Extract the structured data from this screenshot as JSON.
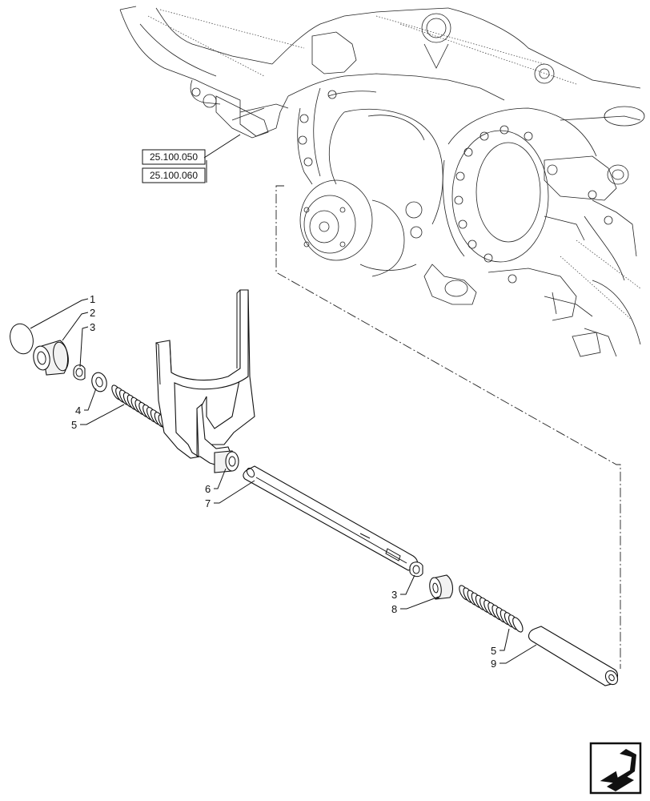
{
  "references": [
    {
      "code": "25.100.050"
    },
    {
      "code": "25.100.060"
    }
  ],
  "callouts": [
    {
      "number": "1"
    },
    {
      "number": "2"
    },
    {
      "number": "3"
    },
    {
      "number": "4"
    },
    {
      "number": "5"
    },
    {
      "number": "6"
    },
    {
      "number": "7"
    },
    {
      "number": "3"
    },
    {
      "number": "8"
    },
    {
      "number": "5"
    },
    {
      "number": "9"
    }
  ],
  "icons": {
    "navigation": "arrow-box-icon"
  }
}
